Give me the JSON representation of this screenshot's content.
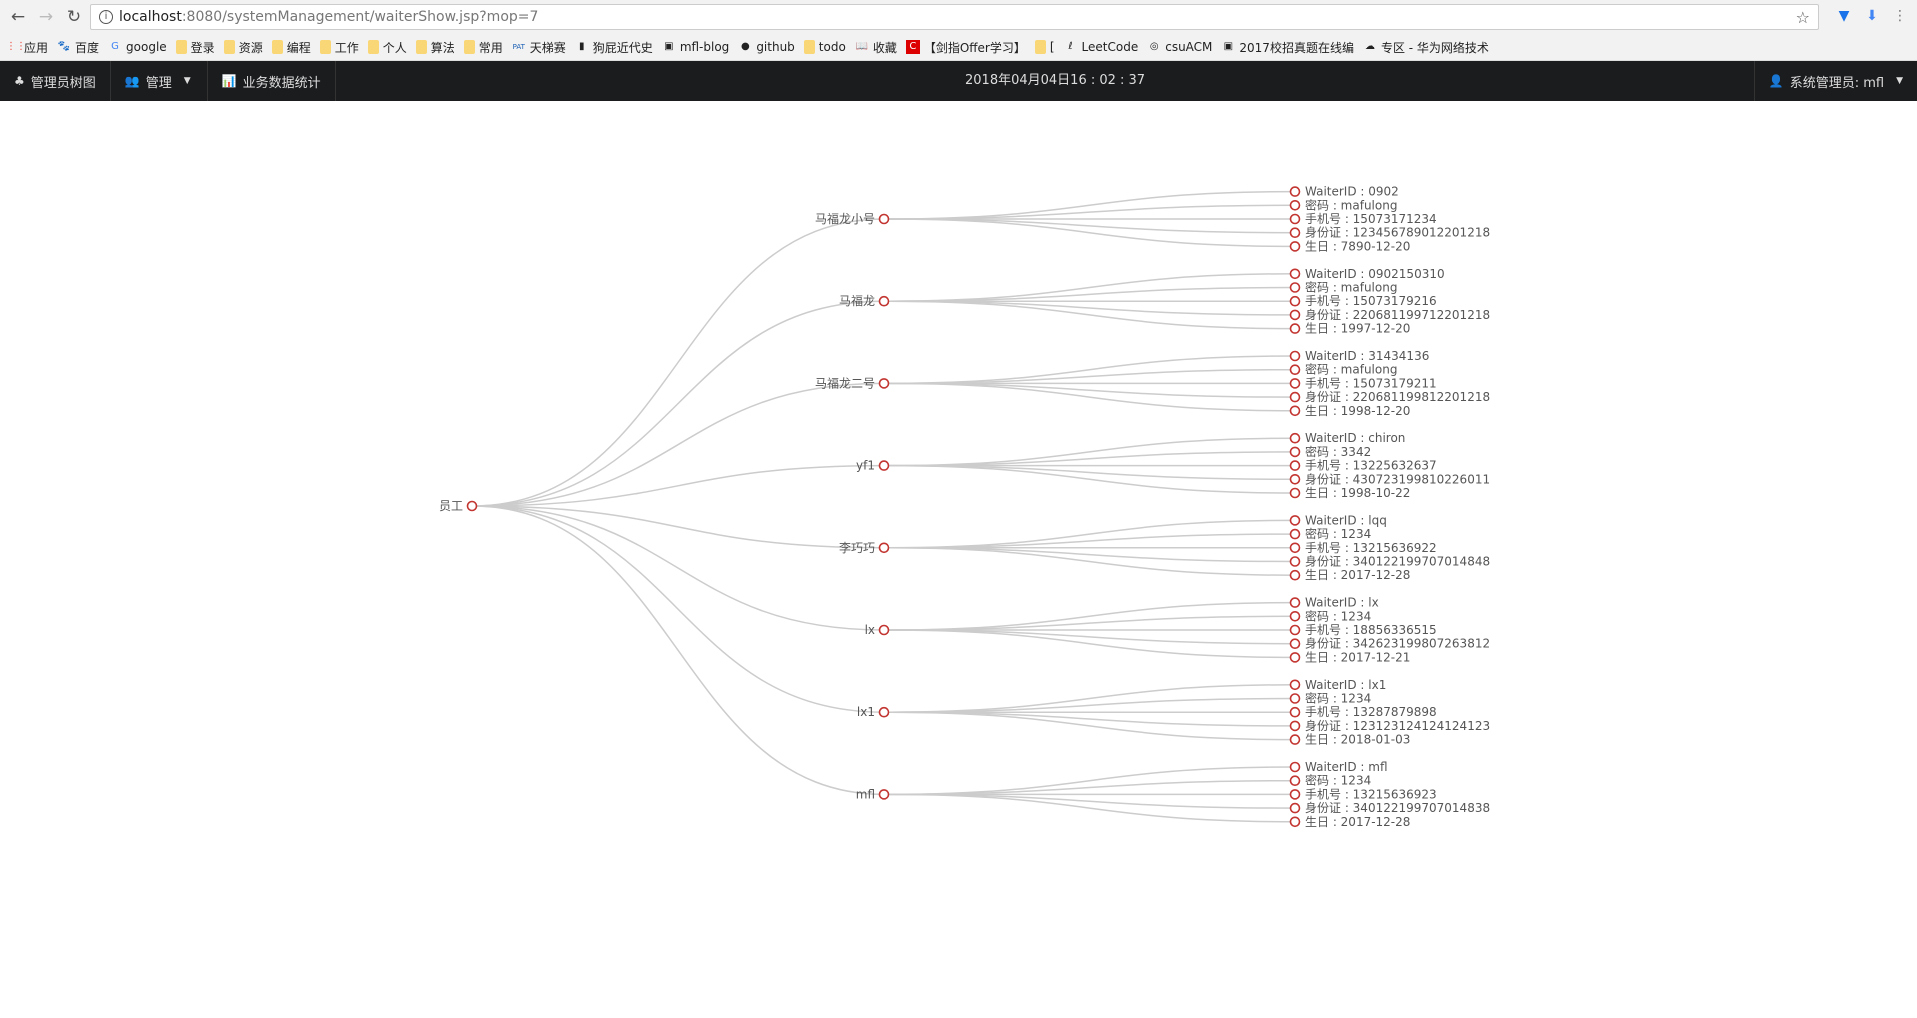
{
  "browser": {
    "url_host": "localhost",
    "url_rest": ":8080/systemManagement/waiterShow.jsp?mop=7",
    "bookmarks": [
      "应用",
      "百度",
      "google",
      "登录",
      "资源",
      "编程",
      "工作",
      "个人",
      "算法",
      "常用",
      "天梯赛",
      "狗屁近代史",
      "mfl-blog",
      "github",
      "todo",
      "收藏",
      "【剑指Offer学习】",
      "[",
      "LeetCode",
      "csuACM",
      "2017校招真题在线编",
      "专区 - 华为网络技术"
    ]
  },
  "nav": {
    "tree_label": "管理员树图",
    "manage_label": "管理",
    "stats_label": "业务数据统计",
    "clock": "2018年04月04日16 : 02 : 37",
    "user_label": "系统管理员: mfl"
  },
  "colors": {
    "node_stroke": "#c23531",
    "link": "#cccccc",
    "navbar": "#1b1c1e"
  },
  "tree": {
    "root": "员工",
    "children": [
      {
        "name": "马福龙小号",
        "leaves": [
          "WaiterID : 0902",
          "密码 : mafulong",
          "手机号 : 15073171234",
          "身份证 : 123456789012201218",
          "生日 : 7890-12-20"
        ]
      },
      {
        "name": "马福龙",
        "leaves": [
          "WaiterID : 0902150310",
          "密码 : mafulong",
          "手机号 : 15073179216",
          "身份证 : 220681199712201218",
          "生日 : 1997-12-20"
        ]
      },
      {
        "name": "马福龙二号",
        "leaves": [
          "WaiterID : 31434136",
          "密码 : mafulong",
          "手机号 : 15073179211",
          "身份证 : 220681199812201218",
          "生日 : 1998-12-20"
        ]
      },
      {
        "name": "yf1",
        "leaves": [
          "WaiterID : chiron",
          "密码 : 3342",
          "手机号 : 13225632637",
          "身份证 : 430723199810226011",
          "生日 : 1998-10-22"
        ]
      },
      {
        "name": "李巧巧",
        "leaves": [
          "WaiterID : lqq",
          "密码 : 1234",
          "手机号 : 13215636922",
          "身份证 : 340122199707014848",
          "生日 : 2017-12-28"
        ]
      },
      {
        "name": "lx",
        "leaves": [
          "WaiterID : lx",
          "密码 : 1234",
          "手机号 : 18856336515",
          "身份证 : 342623199807263812",
          "生日 : 2017-12-21"
        ]
      },
      {
        "name": "lx1",
        "leaves": [
          "WaiterID : lx1",
          "密码 : 1234",
          "手机号 : 13287879898",
          "身份证 : 123123124124124123",
          "生日 : 2018-01-03"
        ]
      },
      {
        "name": "mfl",
        "leaves": [
          "WaiterID : mfl",
          "密码 : 1234",
          "手机号 : 13215636923",
          "身份证 : 340122199707014838",
          "生日 : 2017-12-28"
        ]
      }
    ]
  }
}
